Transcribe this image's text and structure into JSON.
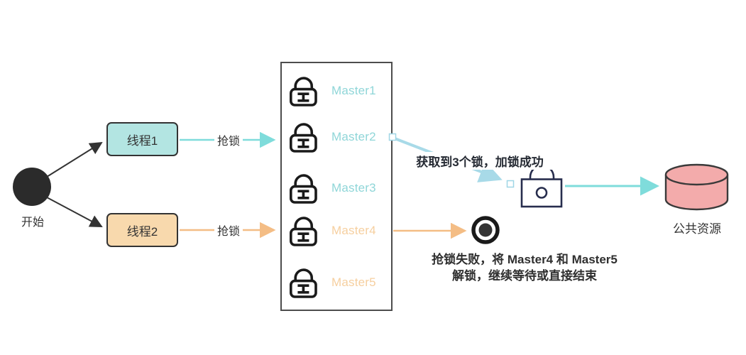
{
  "diagram": {
    "start_label": "开始",
    "thread1_label": "线程1",
    "thread2_label": "线程2",
    "grab_lock_label_1": "抢锁",
    "grab_lock_label_2": "抢锁",
    "masters": [
      {
        "label": "Master1"
      },
      {
        "label": "Master2"
      },
      {
        "label": "Master3"
      },
      {
        "label": "Master4"
      },
      {
        "label": "Master5"
      }
    ],
    "success_text": "获取到3个锁，加锁成功",
    "fail_text_line1": "抢锁失败，将 Master4 和 Master5",
    "fail_text_line2": "解锁，继续等待或直接结束",
    "resource_label": "公共资源"
  },
  "colors": {
    "thread1_fill": "#b3e5e2",
    "thread2_fill": "#f8d9ad",
    "teal_arrow": "#7fdcdb",
    "orange_arrow": "#f4bd85",
    "diagonal_arrow": "#9fd6e6",
    "master_teal_text": "#8fd6d8",
    "master_orange_text": "#f6cf9f",
    "dark_text": "#333333",
    "open_lock_stroke": "#1a1a1a",
    "closed_lock_stroke": "#272d4d",
    "cylinder_fill": "#f3abab",
    "start_node_fill": "#2b2b2b"
  }
}
